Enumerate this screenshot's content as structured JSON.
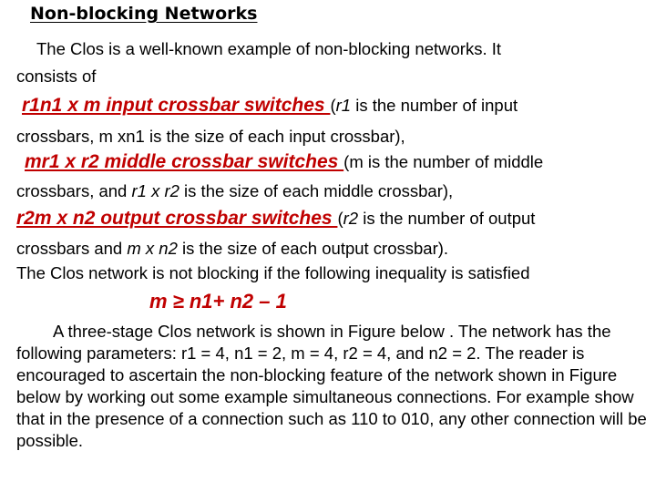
{
  "title": "Non-blocking Networks",
  "intro": {
    "line1": "The Clos is a well-known example of non-blocking networks. It",
    "line2": "consists of"
  },
  "items": [
    {
      "term": "r1n1 x m input crossbar switches ",
      "desc_a": "(",
      "desc_var": "r1",
      "desc_b": " is the number of input",
      "cont_a": "crossbars, m xn1  is the size of each input crossbar),",
      "cont_var": "",
      "cont_b": ""
    },
    {
      "term": "mr1 x r2 middle crossbar switches ",
      "desc_a": "(m is the number of middle",
      "desc_var": "",
      "desc_b": "",
      "cont_a": "crossbars, and ",
      "cont_var": "r1 x r2",
      "cont_b": " is the size of each middle crossbar),"
    },
    {
      "term": "r2m x n2 output crossbar switches ",
      "desc_a": "(",
      "desc_var": "r2",
      "desc_b": " is the number of output",
      "cont_a": "crossbars and ",
      "cont_var": "m x n2",
      "cont_b": " is the size of each output crossbar)."
    }
  ],
  "condition_text": "The Clos network is not blocking if the following inequality is satisfied",
  "inequality": "m ≥ n1+ n2 – 1",
  "final_paragraph": "A three-stage Clos network is shown in Figure below . The network has the following parameters: r1 = 4, n1 = 2, m = 4, r2 = 4, and n2 = 2. The reader is encouraged to ascertain the non-blocking feature of the network shown in Figure below by working out some example simultaneous connections. For example show that in the presence of a connection such as 110 to 010, any other connection will be possible."
}
